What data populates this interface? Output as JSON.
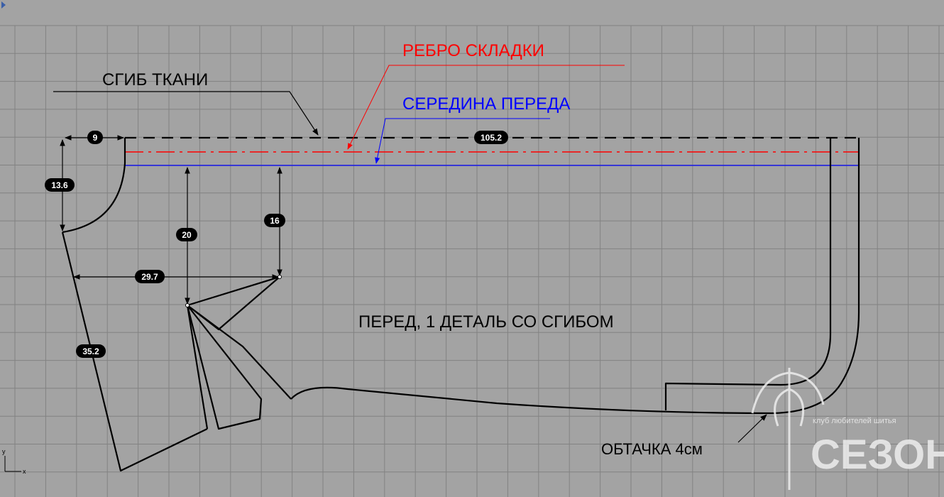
{
  "labels": {
    "fabric_fold": "СГИБ ТКАНИ",
    "pleat_edge": "РЕБРО СКЛАДКИ",
    "center_front": "СЕРЕДИНА ПЕРЕДА",
    "piece_caption": "ПЕРЕД, 1 ДЕТАЛЬ СО СГИБОМ",
    "facing": "ОБТАЧКА 4см"
  },
  "dimensions": {
    "top_left": "9",
    "top_length": "105.2",
    "neck_depth": "13.6",
    "dart_depth": "20",
    "dart_offset": "16",
    "bust_width": "29.7",
    "side_length": "35.2"
  },
  "watermark": {
    "caption": "клуб любителей шитья",
    "brand": "СЕЗОН"
  },
  "axes": {
    "x": "x",
    "y": "y"
  },
  "colors": {
    "background": "#a3a3a3",
    "grid": "#828282",
    "outline": "#000000",
    "pleat": "#ff0000",
    "center": "#0000ff",
    "watermark": "#eeeeee"
  }
}
